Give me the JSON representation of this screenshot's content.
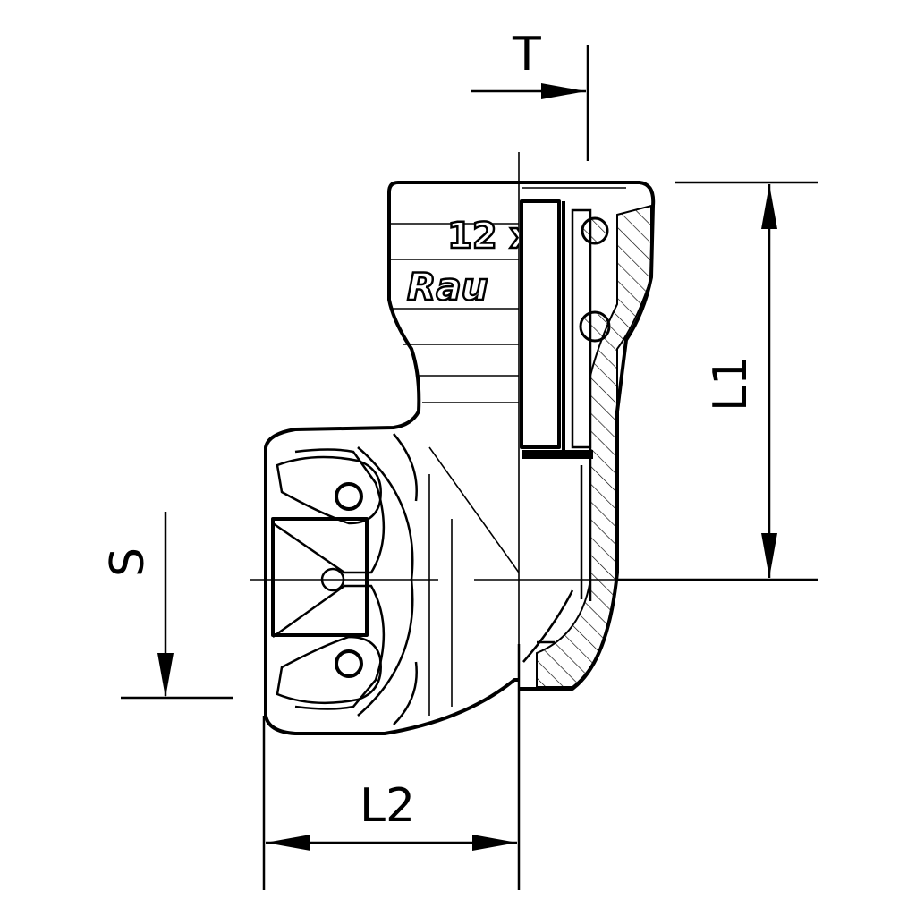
{
  "drawing": {
    "dimensions": {
      "t_label": "T",
      "l1_label": "L1",
      "l2_label": "L2",
      "s_label": "S"
    },
    "markings": {
      "size_text": "12 x",
      "brand_text": "Rau"
    },
    "colors": {
      "line": "#000000",
      "background": "#ffffff"
    }
  }
}
